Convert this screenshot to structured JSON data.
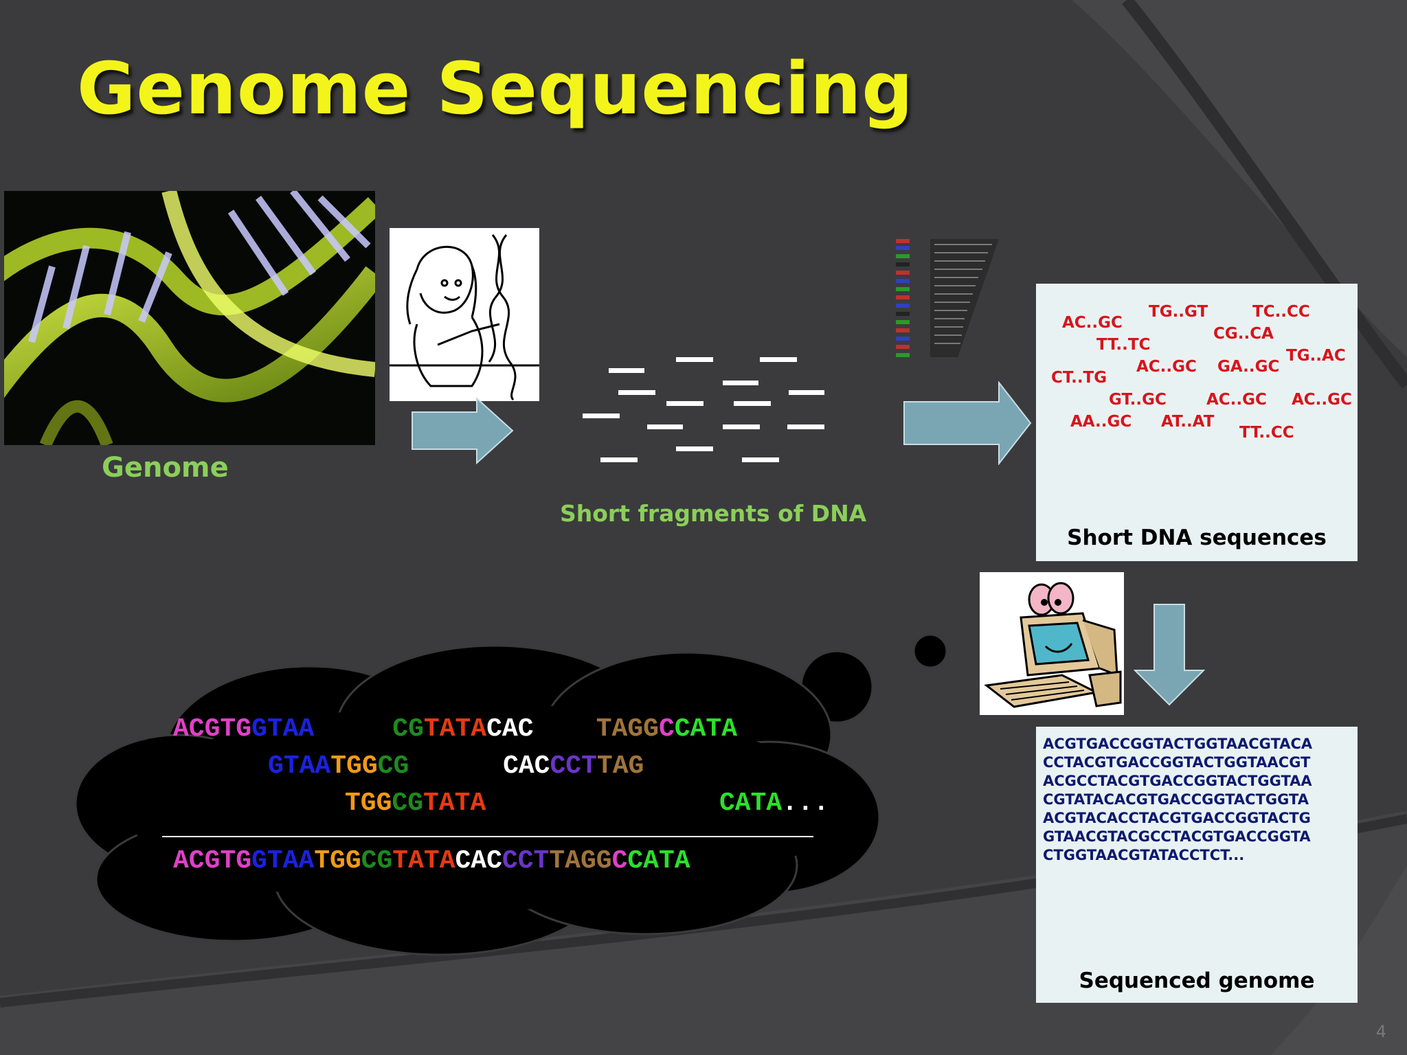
{
  "slide": {
    "title": "Genome Sequencing",
    "page_number": "4"
  },
  "genome": {
    "label": "Genome"
  },
  "fragments": {
    "label": "Short fragments of DNA"
  },
  "short_sequences": {
    "caption": "Short DNA sequences",
    "reads": [
      "AC..GC",
      "TG..GT",
      "TC..CC",
      "TT..TC",
      "CG..CA",
      "CT..TG",
      "AC..GC",
      "GA..GC",
      "TG..AC",
      "GT..GC",
      "AC..GC",
      "AC..GC",
      "AA..GC",
      "AT..AT",
      "TT..CC"
    ]
  },
  "sequenced_genome": {
    "caption": "Sequenced genome",
    "lines": [
      "ACGTGACCGGTACTGGTAACGTACA",
      "CCTACGTGACCGGTACTGGTAACGT",
      "ACGCCTACGTGACCGGTACTGGTAA",
      "CGTATACACGTGACCGGTACTGGTA",
      "ACGTACACCTACGTGACCGGTACTG",
      "GTAACGTACGCCTACGTGACCGGTA",
      "CTGGTAACGTATACCTCT..."
    ]
  },
  "assembly": {
    "row1": [
      {
        "text": "ACGTG",
        "color": "#e040c8"
      },
      {
        "text": "GTAA",
        "color": "#1a22e0"
      },
      {
        "text": "     ",
        "color": "#ffffff"
      },
      {
        "text": "CG",
        "color": "#1f8a1f"
      },
      {
        "text": "TATA",
        "color": "#e63a12"
      },
      {
        "text": "CAC",
        "color": "#ffffff"
      },
      {
        "text": "    ",
        "color": "#ffffff"
      },
      {
        "text": "TAGG",
        "color": "#a0743c"
      },
      {
        "text": "C",
        "color": "#e040c8"
      },
      {
        "text": "CATA",
        "color": "#2be02b"
      }
    ],
    "row2": [
      {
        "text": "GTAA",
        "color": "#1a22e0"
      },
      {
        "text": "TGG",
        "color": "#f09a18"
      },
      {
        "text": "CG",
        "color": "#1f8a1f"
      },
      {
        "text": "      ",
        "color": "#ffffff"
      },
      {
        "text": "CAC",
        "color": "#ffffff"
      },
      {
        "text": "CCT",
        "color": "#6a35c8"
      },
      {
        "text": "TAG",
        "color": "#a0743c"
      }
    ],
    "row3": [
      {
        "text": "TGG",
        "color": "#f09a18"
      },
      {
        "text": "CG",
        "color": "#1f8a1f"
      },
      {
        "text": "TATA",
        "color": "#e63a12"
      }
    ],
    "row3b": [
      {
        "text": "CATA",
        "color": "#2be02b"
      },
      {
        "text": "...",
        "color": "#ffffff"
      }
    ],
    "result": [
      {
        "text": "ACGTG",
        "color": "#e040c8"
      },
      {
        "text": "GTAA",
        "color": "#1a22e0"
      },
      {
        "text": "TGG",
        "color": "#f09a18"
      },
      {
        "text": "CG",
        "color": "#1f8a1f"
      },
      {
        "text": "TATA",
        "color": "#e63a12"
      },
      {
        "text": "CAC",
        "color": "#ffffff"
      },
      {
        "text": "CCT",
        "color": "#6a35c8"
      },
      {
        "text": "TAGG",
        "color": "#a0743c"
      },
      {
        "text": "C",
        "color": "#e040c8"
      },
      {
        "text": "CATA",
        "color": "#2be02b"
      }
    ]
  },
  "colors": {
    "background": "#3b3b3d",
    "title": "#f3f51a",
    "label_green": "#8bcf5a",
    "arrow": "#7aa6b4",
    "read_red": "#d8141c",
    "genome_text": "#0d1a6e"
  },
  "icons": [
    "dna-helix-image",
    "scissors-person-illustration",
    "dna-fragments-dashes",
    "gel-sequencer-image",
    "computer-character-illustration",
    "right-arrow",
    "down-arrow",
    "thought-cloud"
  ]
}
